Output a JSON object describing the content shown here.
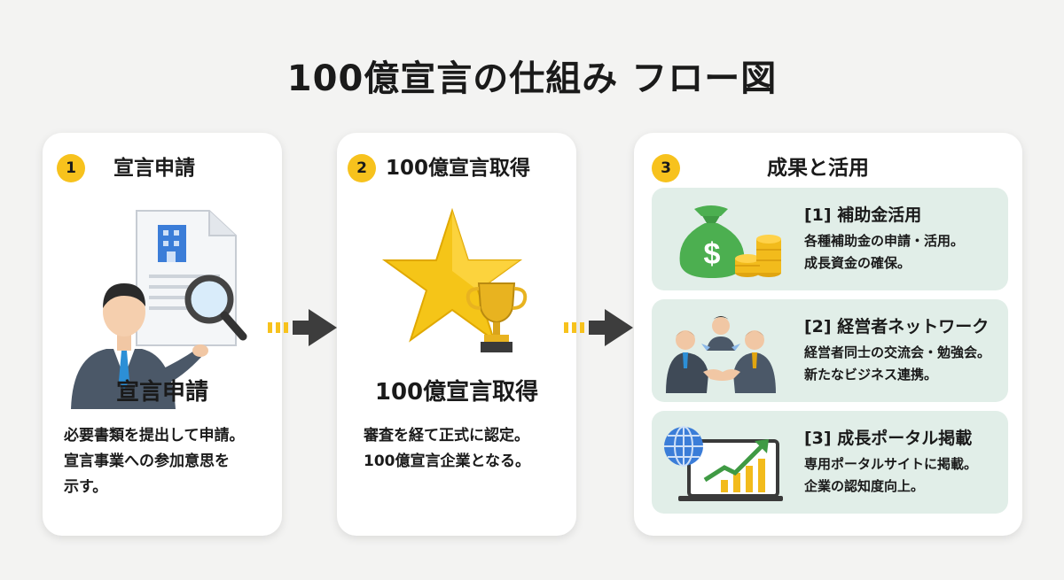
{
  "title": "100億宣言の仕組み フロー図",
  "steps": [
    {
      "number": "1",
      "heading": "宣言申請",
      "subheading": "宣言申請",
      "description_lines": [
        "必要書類を提出して申請。",
        "宣言事業への参加意思を",
        "示す。"
      ]
    },
    {
      "number": "2",
      "heading": "100億宣言取得",
      "subheading": "100億宣言取得",
      "description_lines": [
        "審査を経て正式に認定。",
        "100億宣言企業となる。"
      ]
    },
    {
      "number": "3",
      "heading": "成果と活用",
      "results": [
        {
          "title": "[1] 補助金活用",
          "lines": [
            "各種補助金の申請・活用。",
            "成長資金の確保。"
          ],
          "icon": "money-bag-icon"
        },
        {
          "title": "[2] 経営者ネットワーク",
          "lines": [
            "経営者同士の交流会・勉強会。",
            "新たなビジネス連携。"
          ],
          "icon": "handshake-icon"
        },
        {
          "title": "[3] 成長ポータル掲載",
          "lines": [
            "専用ポータルサイトに掲載。",
            "企業の認知度向上。"
          ],
          "icon": "growth-chart-icon"
        }
      ]
    }
  ],
  "colors": {
    "badge": "#f7c21d",
    "arrow": "#3d3d3d",
    "result_bg": "#e1eee8",
    "star": "#f5c518",
    "money": "#4caf50"
  }
}
